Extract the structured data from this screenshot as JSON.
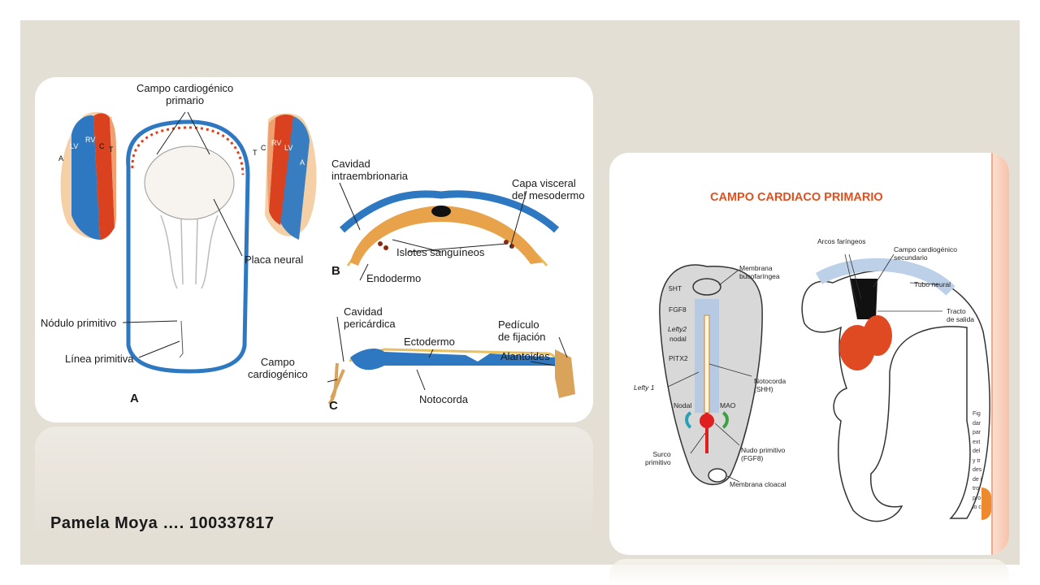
{
  "left_panel": {
    "labels": {
      "campo_primario": "Campo cardiogénico\nprimario",
      "placa_neural": "Placa neural",
      "nodulo": "Nódulo primitivo",
      "linea": "Línea primitiva",
      "cavidad_intra": "Cavidad\nintraembrionaria",
      "capa_visceral": "Capa visceral\ndel mesodermo",
      "islotes": "Islotes sanguíneos",
      "endodermo": "Endodermo",
      "cavidad_peri": "Cavidad\npericárdica",
      "ectodermo": "Ectodermo",
      "pediculo": "Pedículo\nde fijación",
      "alantoides": "Alantoides",
      "campo_cardio": "Campo\ncardiogénico",
      "notocorda": "Notocorda",
      "letter_a": "A",
      "letter_b": "B",
      "letter_c": "C"
    },
    "left_heart_segments": [
      "A",
      "LV",
      "RV",
      "C",
      "T"
    ],
    "right_heart_segments": [
      "T",
      "C",
      "RV",
      "LV",
      "A"
    ],
    "colors": {
      "blue": "#2e78c2",
      "red": "#d9411f",
      "orange": "#e8a24a",
      "tan": "#d9a35c"
    }
  },
  "right_panel": {
    "title": "CAMPO CARDIACO PRIMARIO",
    "labels": {
      "membrana_buco": "Membrana\nbucofaríngea",
      "signal_5ht": "5HT",
      "signal_fgf8": "FGF8",
      "signal_lefty2": "Lefty2",
      "signal_nodal": "nodal",
      "signal_pitx2": "PITX2",
      "lefty1": "Lefty 1",
      "nodal": "Nodal",
      "mao": "MAO",
      "notocorda": "Notocorda\n(SHH)",
      "surco": "Surco\nprimitivo",
      "nudo": "Nudo primitivo\n(FGF8)",
      "membrana_cloacal": "Membrana cloacal",
      "arcos": "Arcos faríngeos",
      "campo_secundario": "Campo cardiogénico\nsecundario",
      "tubo_neural": "Tubo neural",
      "tracto": "Tracto\nde salida"
    },
    "edge_text": "Fig\ndar\npar\next\ndel\ny tr\ndes\nde i\ntro\npro\nlo c"
  },
  "credit": "Pamela Moya …. 100337817"
}
